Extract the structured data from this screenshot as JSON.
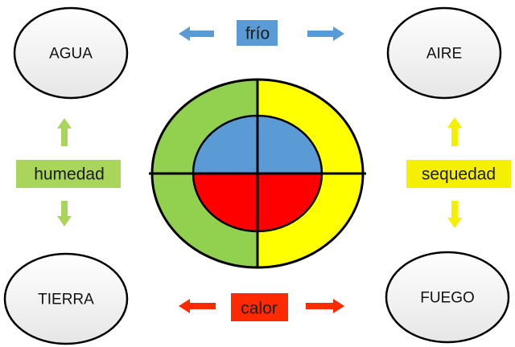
{
  "elements": {
    "top_left": "AGUA",
    "top_right": "AIRE",
    "bottom_left": "TIERRA",
    "bottom_right": "FUEGO"
  },
  "qualities": {
    "top": "frío",
    "bottom": "calor",
    "left": "humedad",
    "right": "sequedad"
  },
  "colors": {
    "wet": "#92d050",
    "dry": "#ffff00",
    "cold": "#5b9bd5",
    "hot": "#ff0000",
    "cold_label_bg": "#5b9bd5",
    "hot_label_bg": "#ff2a00",
    "wet_label_bg": "#a9d65a",
    "dry_label_bg": "#f5f000",
    "node_fill": "#f2f2f2",
    "line": "#000000"
  },
  "icons": {
    "horizontal_arrows": "double-arrow-left-right",
    "vertical_arrows": "double-arrow-up-down"
  }
}
